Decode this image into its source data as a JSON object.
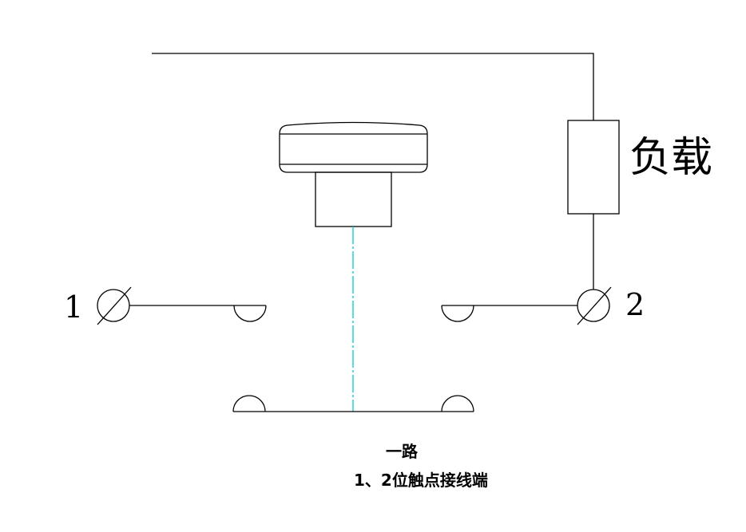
{
  "labels": {
    "terminal_1": "1",
    "terminal_2": "2",
    "load": "负载",
    "caption_line1": "一路",
    "caption_line2": "1、2位触点接线端"
  },
  "colors": {
    "line": "#000000",
    "axis": "#00cccc"
  }
}
